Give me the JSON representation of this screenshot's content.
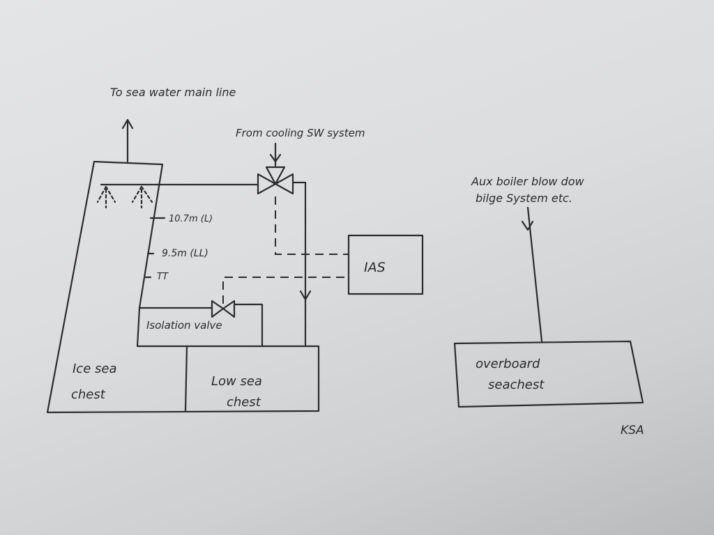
{
  "labels": {
    "to_main_line": "To sea water main line",
    "from_cooling": "From cooling SW system",
    "level_l": "10.7m (L)",
    "level_ll": "9.5m (LL)",
    "tt": "TT",
    "ias": "IAS",
    "isolation_valve": "Isolation valve",
    "ice_sea_chest_1": "Ice sea",
    "ice_sea_chest_2": "chest",
    "low_sea_chest_1": "Low sea",
    "low_sea_chest_2": "chest",
    "aux_1": "Aux boiler blow dow",
    "aux_2": "bilge System etc.",
    "overboard_1": "overboard",
    "overboard_2": "seachest",
    "signature": "KSA"
  }
}
